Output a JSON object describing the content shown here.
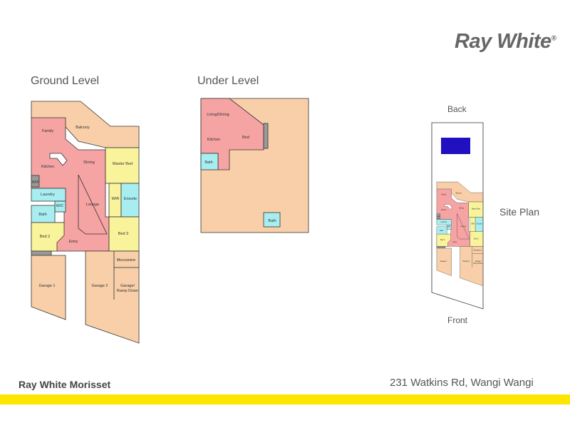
{
  "brand": {
    "name": "Ray White",
    "mark": "®"
  },
  "headings": {
    "ground": "Ground Level",
    "under": "Under Level",
    "site": "Site Plan"
  },
  "site": {
    "back": "Back",
    "front": "Front"
  },
  "ground_rooms": {
    "family": "Family",
    "balcony": "Balcony",
    "kitchen": "Kitchen",
    "dining": "Dining",
    "master_bed": "Master Bed",
    "wip": "WIP",
    "laundry": "Laundry",
    "wc": "W/C",
    "bath": "Bath",
    "lounge": "Lounge",
    "wir": "WIR",
    "ensuite": "Ensuite",
    "bed2": "Bed 2",
    "bed3": "Bed 3",
    "entry": "Entry",
    "mezzanine": "Mezzanine",
    "garage1": "Garage 1",
    "garage2": "Garage 2",
    "garage_ramp_1": "Garage/",
    "garage_ramp_2": "Ramp Down"
  },
  "under_rooms": {
    "living_dining": "Living/Dining",
    "bed": "Bed",
    "kitchen": "Kitchen",
    "bath1": "Bath",
    "bath2": "Bath"
  },
  "footer": {
    "agency": "Ray White Morisset",
    "address": "231 Watkins Rd, Wangi Wangi"
  },
  "colors": {
    "living": "#f5a3a3",
    "bedroom": "#f9f39c",
    "wet": "#a8eef0",
    "outdoor": "#f8cfa8",
    "storage": "#9a9a9a",
    "accent": "#ffe600",
    "pool": "#2010c0"
  }
}
